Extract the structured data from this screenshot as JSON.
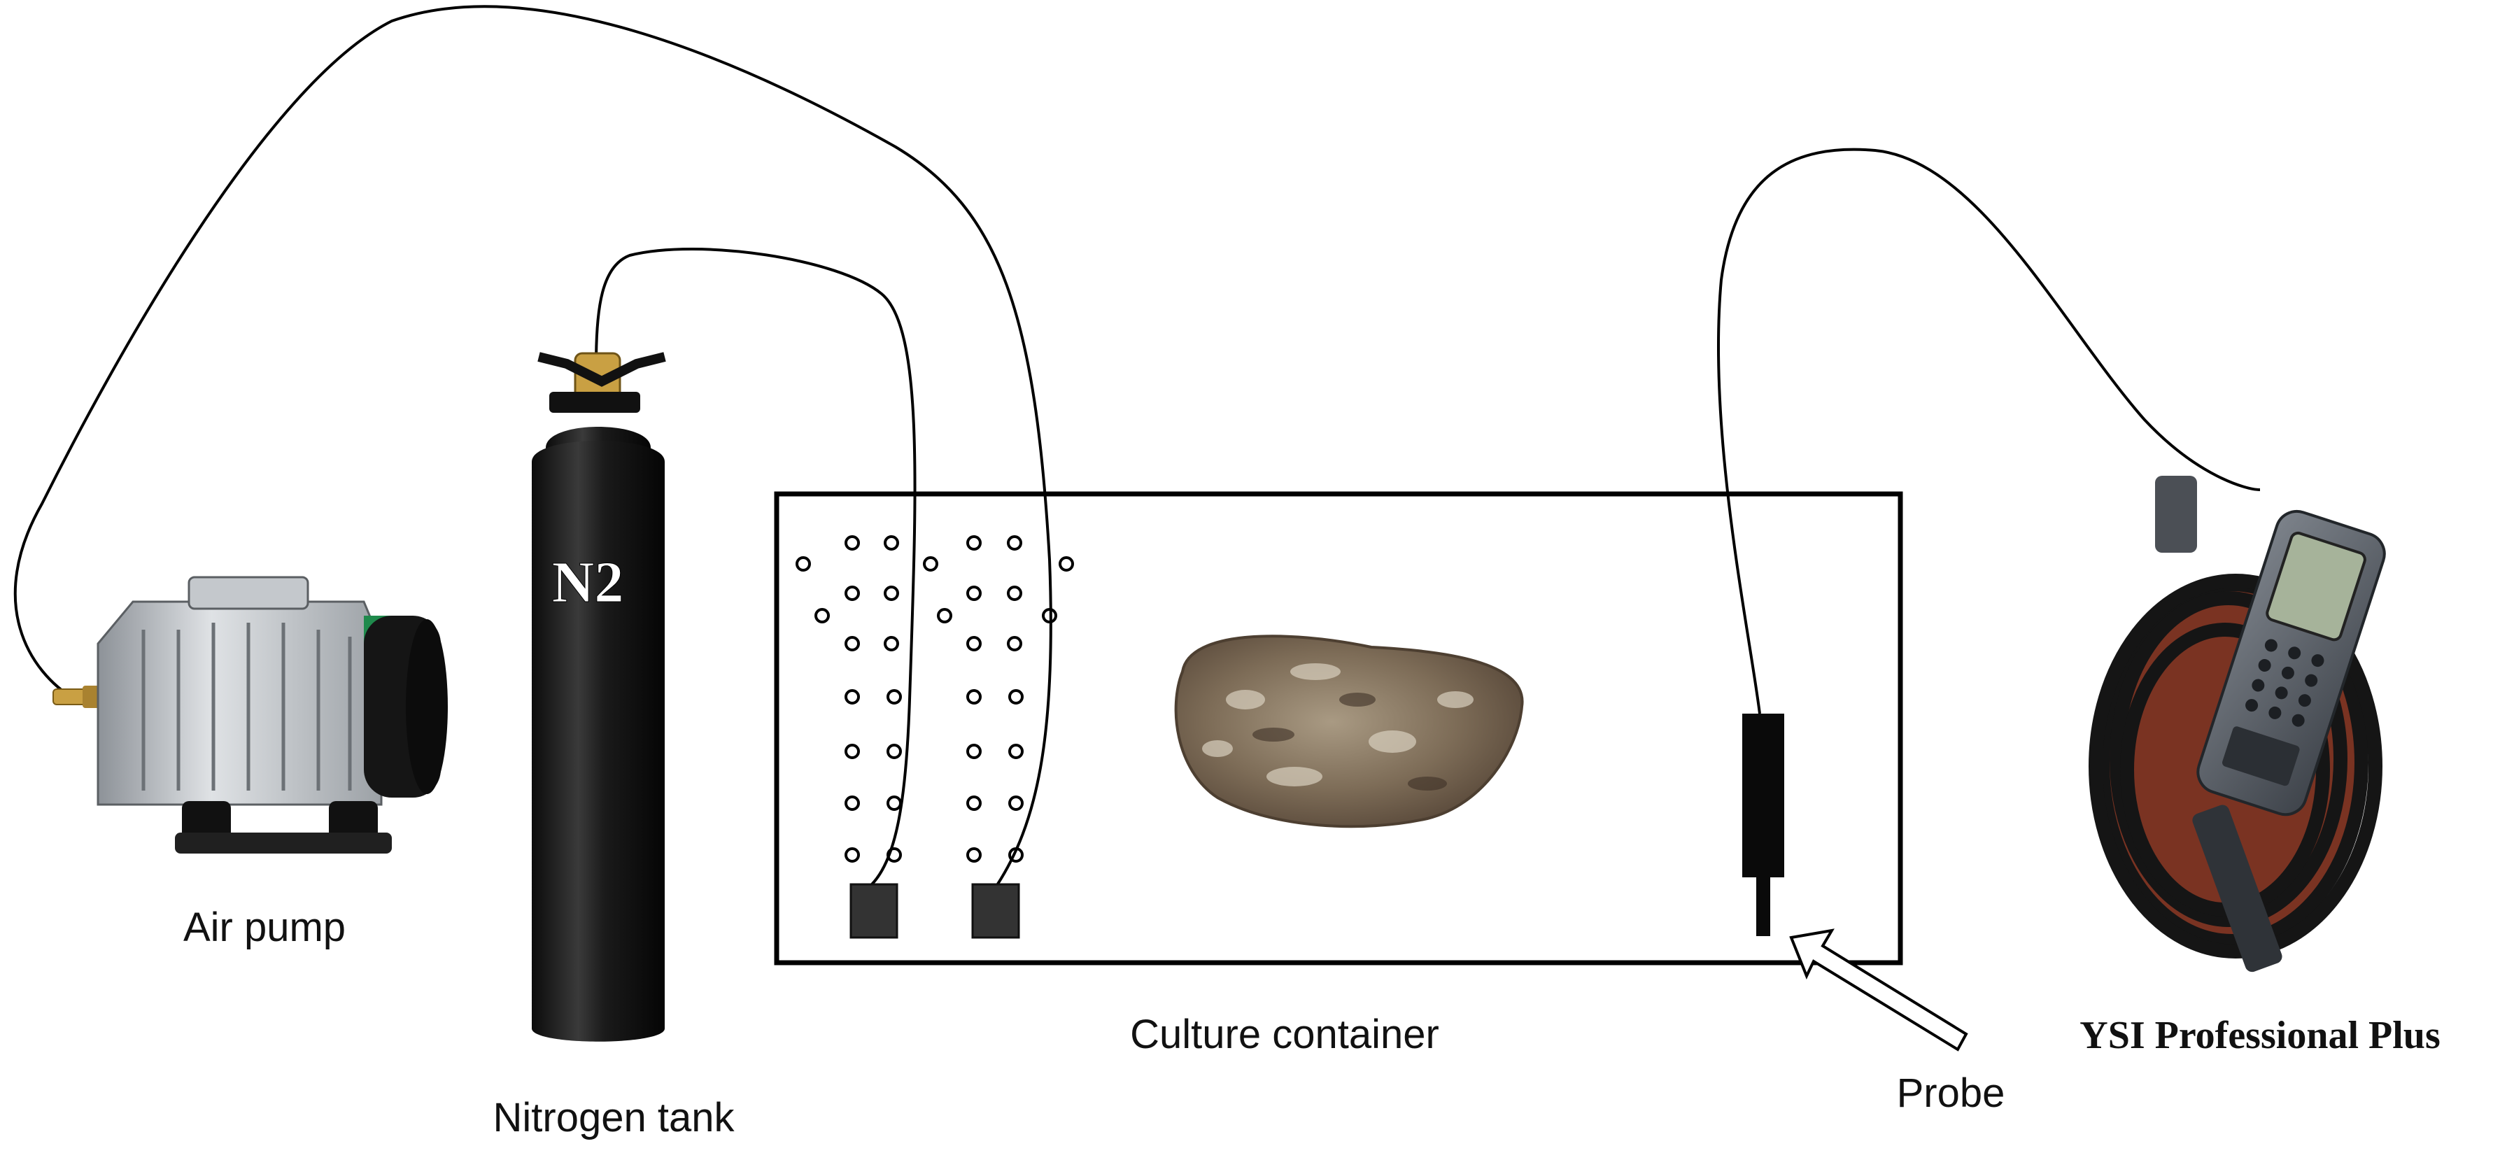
{
  "labels": {
    "air_pump": "Air pump",
    "nitrogen_tank": "Nitrogen tank",
    "culture_container": "Culture container",
    "probe": "Probe",
    "meter": "YSI Professional Plus"
  },
  "tank_marking": "N2",
  "colors": {
    "line": "#000000",
    "tank": "#141414",
    "pump_body": "#b9bdc2",
    "pump_motor": "#151515",
    "pump_accent": "#1f8a4c",
    "brass": "#c9a043",
    "oyster_shell": "#8b7a63",
    "meter_body": "#5b6068",
    "meter_screen": "#a6b39a",
    "cable": "#151515",
    "cable_backing": "#7a3322",
    "diffuser": "#333333",
    "probe_body": "#0a0a0a"
  },
  "icons": {
    "air_pump": "air-pump-icon",
    "nitrogen_tank": "gas-cylinder-icon",
    "oyster": "oyster-icon",
    "meter": "handheld-meter-icon",
    "probe_arrow": "hollow-arrow-icon"
  }
}
